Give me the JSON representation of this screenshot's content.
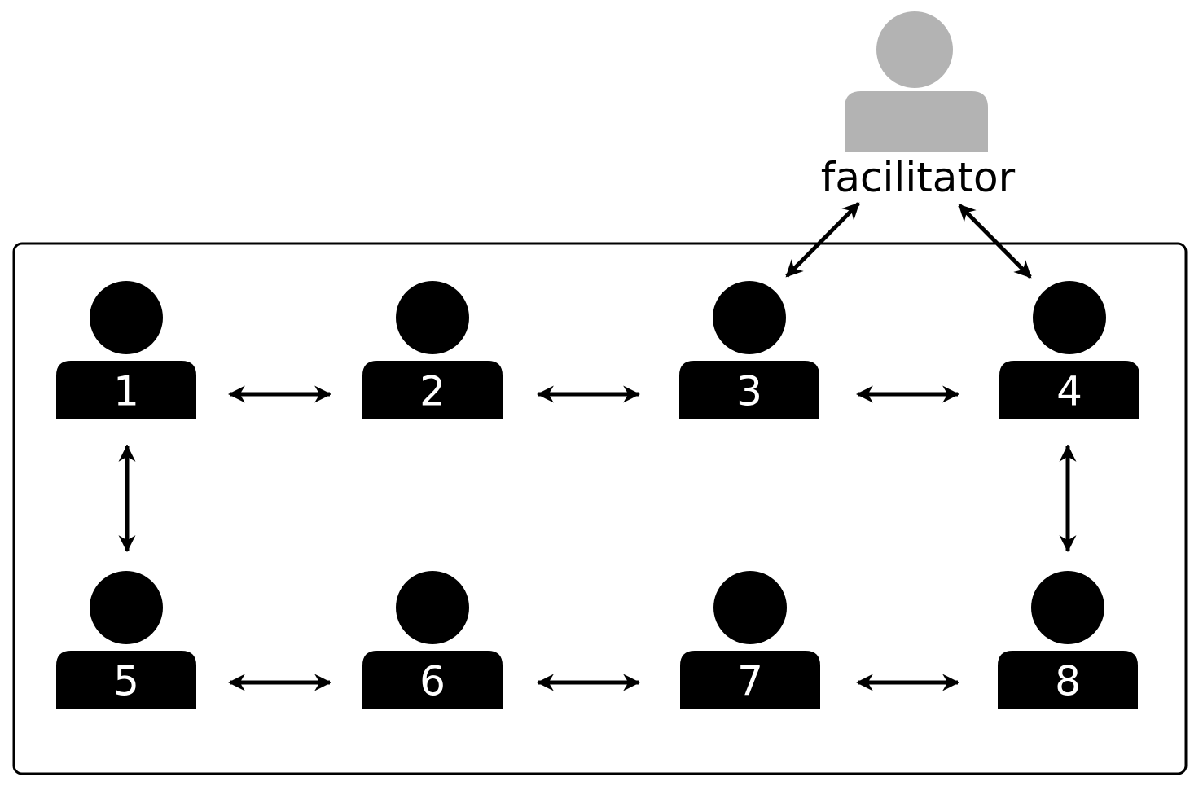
{
  "facilitator": {
    "label": "facilitator",
    "icon": "person-icon",
    "color": "#b3b3b3"
  },
  "group": {
    "members": [
      {
        "number": "1",
        "icon": "person-icon"
      },
      {
        "number": "2",
        "icon": "person-icon"
      },
      {
        "number": "3",
        "icon": "person-icon"
      },
      {
        "number": "4",
        "icon": "person-icon"
      },
      {
        "number": "5",
        "icon": "person-icon"
      },
      {
        "number": "6",
        "icon": "person-icon"
      },
      {
        "number": "7",
        "icon": "person-icon"
      },
      {
        "number": "8",
        "icon": "person-icon"
      }
    ],
    "member_color": "#000000",
    "number_color": "#ffffff"
  },
  "connections": [
    {
      "from": "1",
      "to": "2",
      "type": "bidirectional"
    },
    {
      "from": "2",
      "to": "3",
      "type": "bidirectional"
    },
    {
      "from": "3",
      "to": "4",
      "type": "bidirectional"
    },
    {
      "from": "5",
      "to": "6",
      "type": "bidirectional"
    },
    {
      "from": "6",
      "to": "7",
      "type": "bidirectional"
    },
    {
      "from": "7",
      "to": "8",
      "type": "bidirectional"
    },
    {
      "from": "1",
      "to": "5",
      "type": "bidirectional"
    },
    {
      "from": "4",
      "to": "8",
      "type": "bidirectional"
    },
    {
      "from": "facilitator",
      "to": "3",
      "type": "bidirectional"
    },
    {
      "from": "facilitator",
      "to": "4",
      "type": "bidirectional"
    }
  ]
}
